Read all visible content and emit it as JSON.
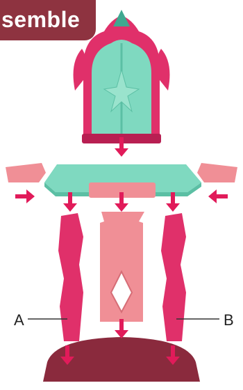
{
  "banner": {
    "text": "semble"
  },
  "labels": {
    "a": "A",
    "b": "B"
  },
  "colors": {
    "banner": "#8e3340",
    "pink": "#e0306a",
    "pink_dark": "#b81f52",
    "mint": "#7fd9c0",
    "mint_dark": "#5bbfa4",
    "salmon": "#f08f96",
    "base": "#8a2a3d",
    "arrow": "#e11b5a"
  },
  "icons": [
    "arrow-down-icon",
    "arrow-right-icon",
    "arrow-left-icon"
  ]
}
